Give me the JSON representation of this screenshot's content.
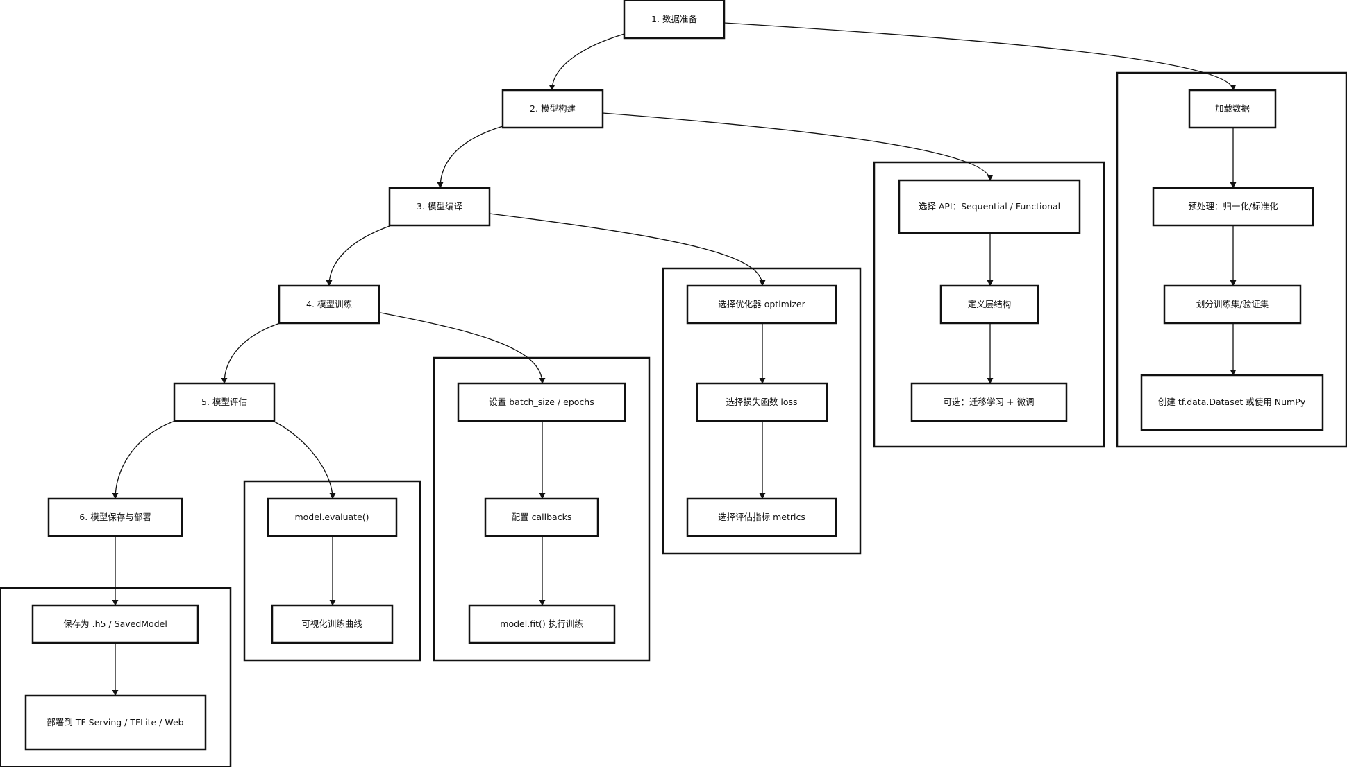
{
  "colors": {
    "stroke": "#111111",
    "background": "#ffffff",
    "text": "#111111"
  },
  "nodes": {
    "step1": "1. 数据准备",
    "step2": "2. 模型构建",
    "step3": "3. 模型编译",
    "step4": "4. 模型训练",
    "step5": "5. 模型评估",
    "step6": "6. 模型保存与部署",
    "load": "加载数据",
    "preprocess": "预处理：归一化/标准化",
    "split": "划分训练集/验证集",
    "dataset": "创建 tf.data.Dataset 或使用 NumPy",
    "api": "选择 API：Sequential / Functional",
    "layers": "定义层结构",
    "transfer": "可选：迁移学习 + 微调",
    "optimizer": "选择优化器 optimizer",
    "loss": "选择损失函数 loss",
    "metrics": "选择评估指标 metrics",
    "batch": "设置 batch_size / epochs",
    "callbacks": "配置 callbacks",
    "fit": "model.fit() 执行训练",
    "evaluate": "model.evaluate()",
    "curves": "可视化训练曲线",
    "save": "保存为 .h5 / SavedModel",
    "deploy": "部署到 TF Serving / TFLite / Web"
  }
}
